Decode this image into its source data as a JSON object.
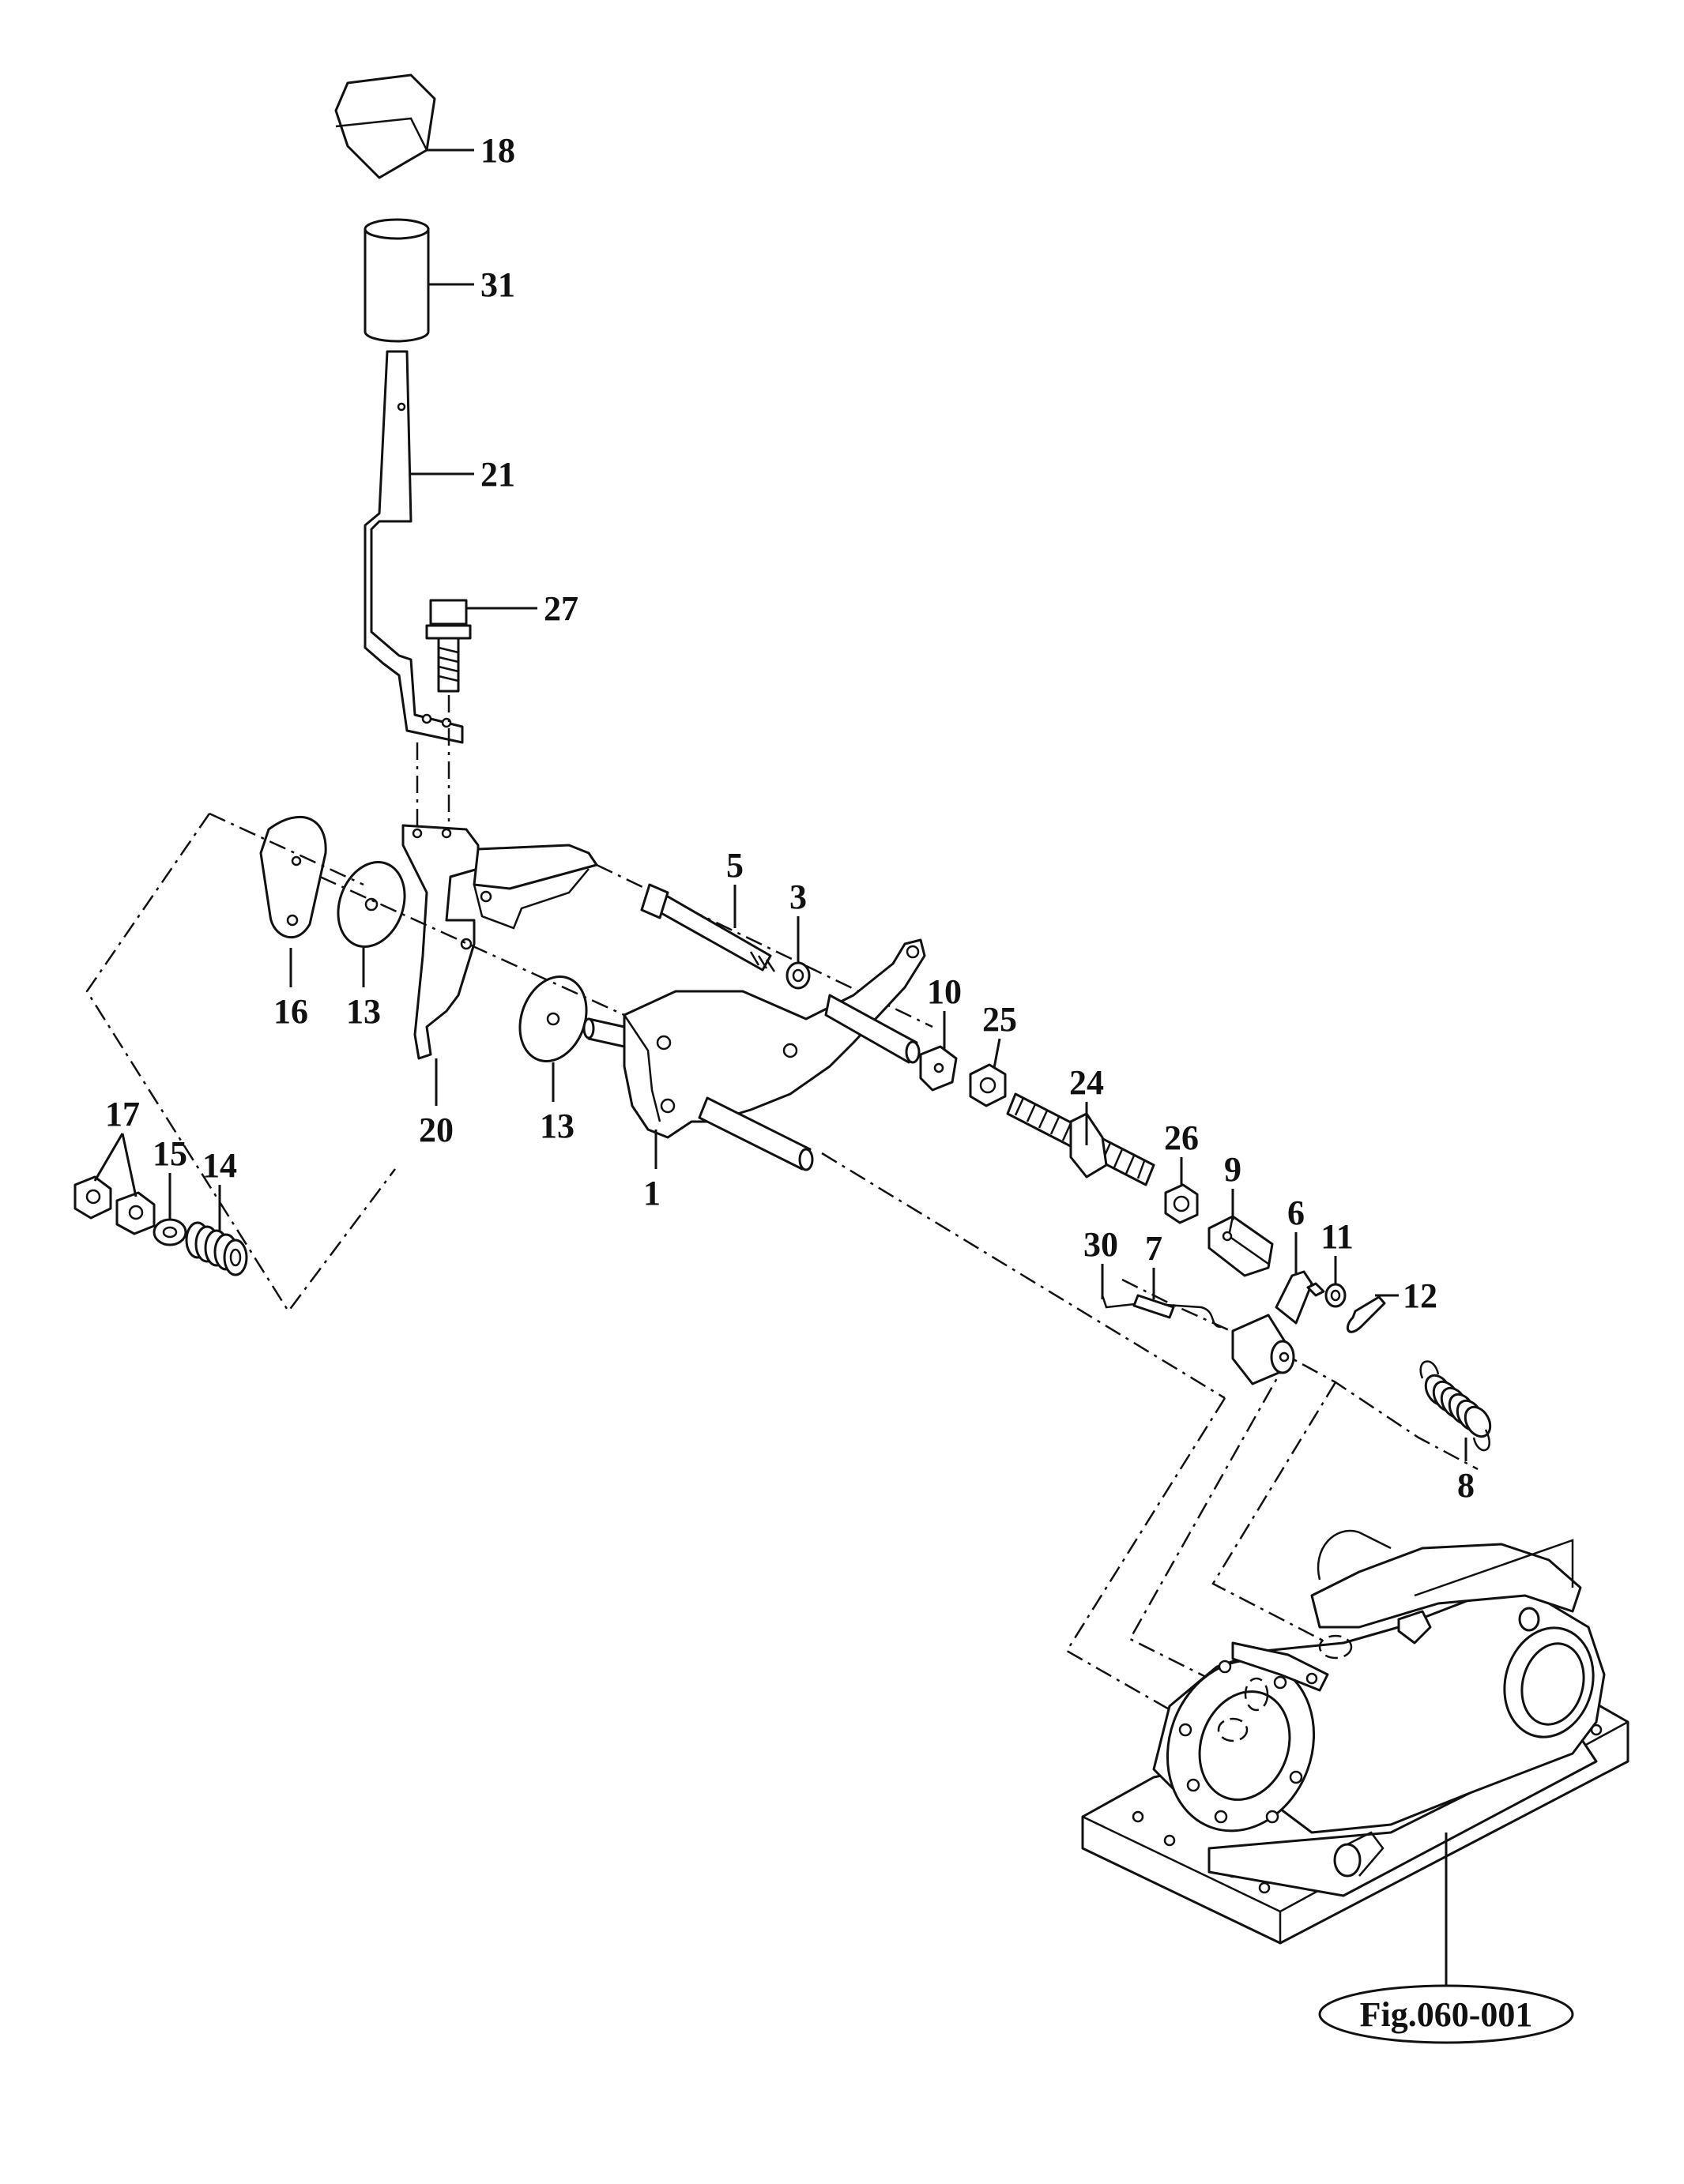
{
  "diagram": {
    "callouts": {
      "c1": "1",
      "c3": "3",
      "c5": "5",
      "c6": "6",
      "c7": "7",
      "c8": "8",
      "c9": "9",
      "c10": "10",
      "c11": "11",
      "c12": "12",
      "c13a": "13",
      "c13b": "13",
      "c14": "14",
      "c15": "15",
      "c16": "16",
      "c17": "17",
      "c18": "18",
      "c20": "20",
      "c21": "21",
      "c24": "24",
      "c25": "25",
      "c26": "26",
      "c27": "27",
      "c30": "30",
      "c31": "31"
    },
    "figure_reference": "Fig.060-001"
  },
  "colors": {
    "ink": "#111111",
    "paper": "#ffffff"
  }
}
